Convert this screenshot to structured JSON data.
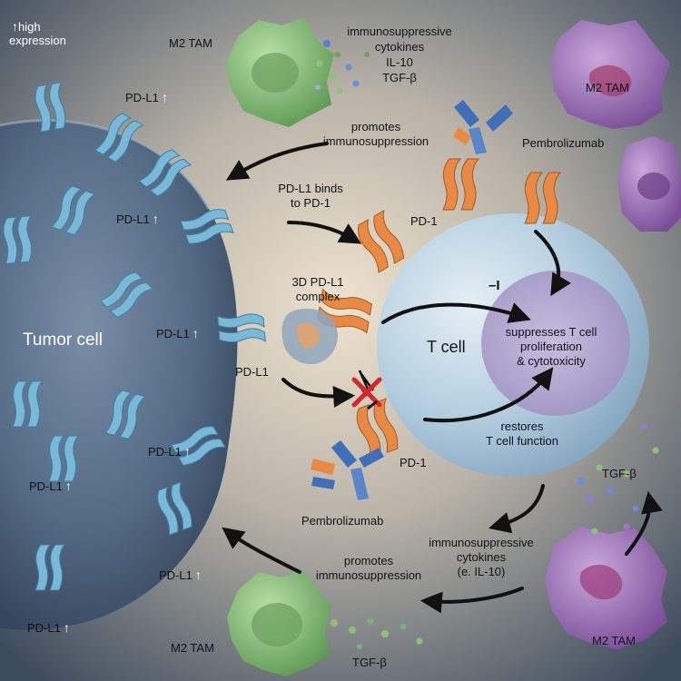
{
  "labels": {
    "high_expression": "high\nexpression",
    "up_arrow": "🠕",
    "m2_tam": "M2 TAM",
    "pd_l1": "PD-L1",
    "pd_1": "PD-1",
    "tumor_cell": "Tumor cell",
    "t_cell": "T cell",
    "pembrolizumab": "Pembrolizumab",
    "cytokines_top": "immunosuppressive\ncytokines\nIL-10\nTGF-β",
    "promotes_top": "promotes\nimmunosuppression",
    "binds": "PD-L1 binds\nto PD-1",
    "complex": "3D PD-L1\ncomplex",
    "inhibit_mark": "–I",
    "suppresses": "suppresses T cell\nproliferation\n& cytotoxicity",
    "restores": "restores\nT cell function",
    "cytokines_bottom": "immunosuppressive\ncytokines\n(e. IL-10)",
    "promotes_bottom": "promotes\nimmunosuppression",
    "tgf_beta": "TGF-β"
  },
  "colors": {
    "tumor": "#5a6f86",
    "t_cell": "#a9c6dc",
    "pd_l1": "#7ab8d8",
    "pd_1": "#e88a45",
    "pembrolizumab": "#3f6fb8",
    "m2_green": "#78b46c",
    "m2_purple": "#8a62a6"
  }
}
